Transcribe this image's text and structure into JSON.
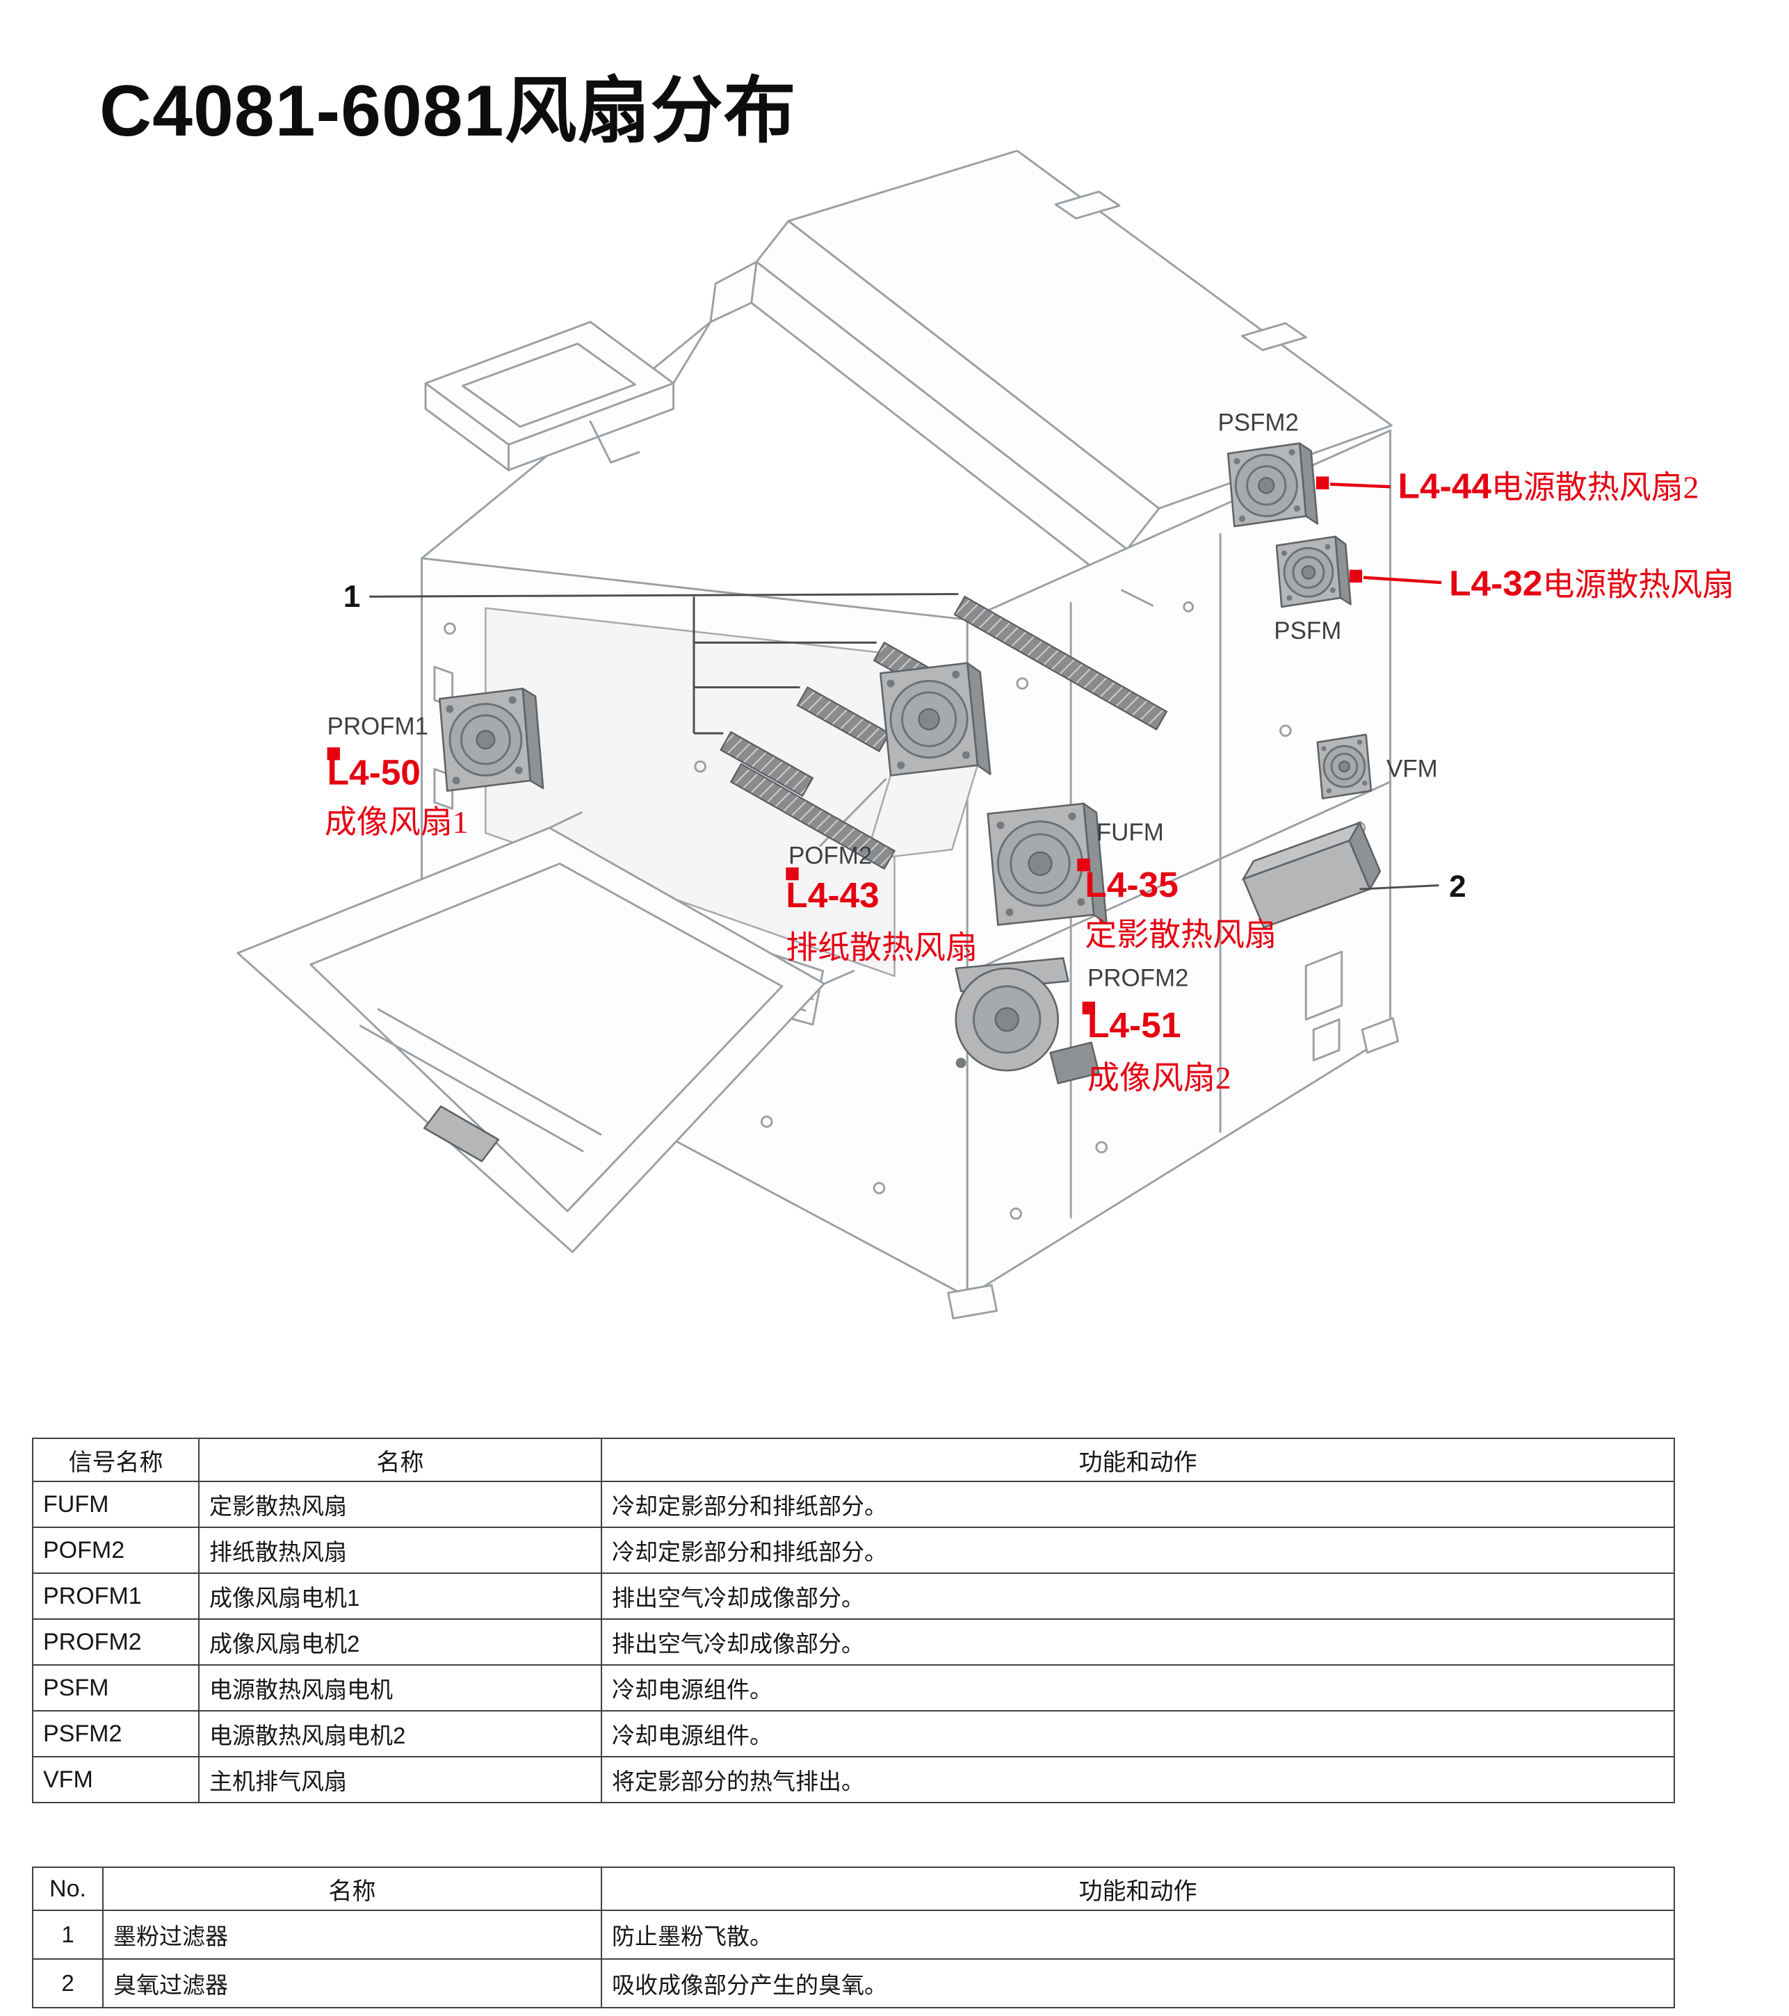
{
  "page": {
    "title": "C4081-6081风扇分布"
  },
  "diagram": {
    "labels": {
      "psfm2": "PSFM2",
      "psfm": "PSFM",
      "vfm": "VFM",
      "profm1": "PROFM1",
      "pofm2": "POFM2",
      "fufm": "FUFM",
      "profm2": "PROFM2"
    },
    "callouts": {
      "item1": "1",
      "item2": "2",
      "l4_44_code": "L4-44",
      "l4_44_name": "电源散热风扇2",
      "l4_32_code": "L4-32",
      "l4_32_name": "电源散热风扇",
      "l4_50_code": "L4-50",
      "l4_50_name": "成像风扇1",
      "l4_43_code": "L4-43",
      "l4_43_name": "排纸散热风扇",
      "l4_35_code": "L4-35",
      "l4_35_name": "定影散热风扇",
      "l4_51_code": "L4-51",
      "l4_51_name": "成像风扇2"
    },
    "colors": {
      "callout_red": "#e60012",
      "outline_gray": "#9ba0a4",
      "part_gray": "#b4b6b8"
    }
  },
  "fan_table": {
    "headers": [
      "信号名称",
      "名称",
      "功能和动作"
    ],
    "rows": [
      [
        "FUFM",
        "定影散热风扇",
        "冷却定影部分和排纸部分。"
      ],
      [
        "POFM2",
        "排纸散热风扇",
        "冷却定影部分和排纸部分。"
      ],
      [
        "PROFM1",
        "成像风扇电机1",
        "排出空气冷却成像部分。"
      ],
      [
        "PROFM2",
        "成像风扇电机2",
        "排出空气冷却成像部分。"
      ],
      [
        "PSFM",
        "电源散热风扇电机",
        "冷却电源组件。"
      ],
      [
        "PSFM2",
        "电源散热风扇电机2",
        "冷却电源组件。"
      ],
      [
        "VFM",
        "主机排气风扇",
        "将定影部分的热气排出。"
      ]
    ]
  },
  "filter_table": {
    "headers": [
      "No.",
      "名称",
      "功能和动作"
    ],
    "rows": [
      [
        "1",
        "墨粉过滤器",
        "防止墨粉飞散。"
      ],
      [
        "2",
        "臭氧过滤器",
        "吸收成像部分产生的臭氧。"
      ]
    ]
  }
}
